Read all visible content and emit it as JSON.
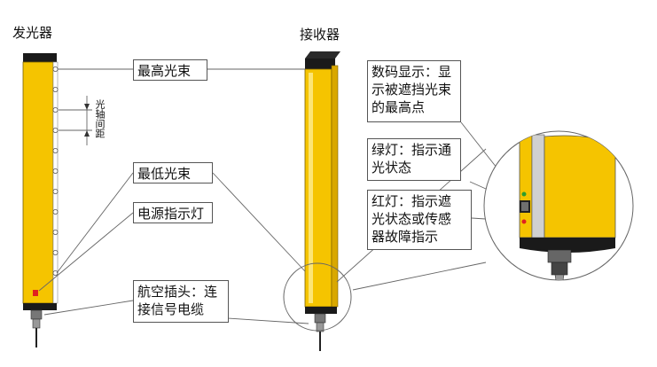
{
  "titles": {
    "emitter": "发光器",
    "receiver": "接收器"
  },
  "callouts": {
    "top_beam": "最高光束",
    "beam_spacing": "光轴间距",
    "lowest_beam": "最低光束",
    "power_indicator": "电源指示灯",
    "connector_line1": "航空插头：连",
    "connector_line2": "接信号电缆"
  },
  "detail_callouts": {
    "digital_display": [
      "数码显示：显",
      "示被遮挡光束",
      "的最高点"
    ],
    "green_light": [
      "绿灯：指示通",
      "光状态"
    ],
    "red_light": [
      "红灯：指示遮",
      "光状态或传感",
      "器故障指示"
    ]
  },
  "colors": {
    "housing_yellow": "#f5c400",
    "housing_shadow": "#d9a800",
    "cap_black": "#1a1a1a",
    "indicator_red": "#e02020",
    "line_gray": "#666666"
  }
}
